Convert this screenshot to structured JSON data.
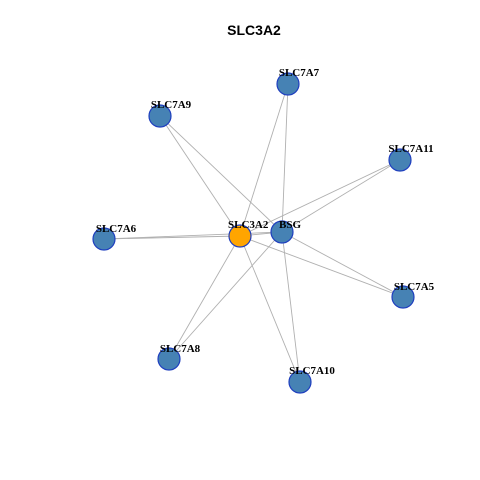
{
  "title": "SLC3A2",
  "colors": {
    "hub": "#FFA500",
    "node": "#4682B4",
    "node_border": "#1F3FBF",
    "edge": "#B0B0B0"
  },
  "nodes": [
    {
      "id": "SLC3A2",
      "label": "SLC3A2",
      "type": "hub"
    },
    {
      "id": "BSG",
      "label": "BSG",
      "type": "node"
    },
    {
      "id": "SLC7A7",
      "label": "SLC7A7",
      "type": "node"
    },
    {
      "id": "SLC7A9",
      "label": "SLC7A9",
      "type": "node"
    },
    {
      "id": "SLC7A11",
      "label": "SLC7A11",
      "type": "node"
    },
    {
      "id": "SLC7A6",
      "label": "SLC7A6",
      "type": "node"
    },
    {
      "id": "SLC7A5",
      "label": "SLC7A5",
      "type": "node"
    },
    {
      "id": "SLC7A8",
      "label": "SLC7A8",
      "type": "node"
    },
    {
      "id": "SLC7A10",
      "label": "SLC7A10",
      "type": "node"
    }
  ],
  "edges": [
    [
      "SLC3A2",
      "BSG"
    ],
    [
      "SLC3A2",
      "SLC7A7"
    ],
    [
      "SLC3A2",
      "SLC7A9"
    ],
    [
      "SLC3A2",
      "SLC7A11"
    ],
    [
      "SLC3A2",
      "SLC7A6"
    ],
    [
      "SLC3A2",
      "SLC7A5"
    ],
    [
      "SLC3A2",
      "SLC7A8"
    ],
    [
      "SLC3A2",
      "SLC7A10"
    ],
    [
      "BSG",
      "SLC7A7"
    ],
    [
      "BSG",
      "SLC7A9"
    ],
    [
      "BSG",
      "SLC7A11"
    ],
    [
      "BSG",
      "SLC7A6"
    ],
    [
      "BSG",
      "SLC7A5"
    ],
    [
      "BSG",
      "SLC7A8"
    ],
    [
      "BSG",
      "SLC7A10"
    ]
  ]
}
